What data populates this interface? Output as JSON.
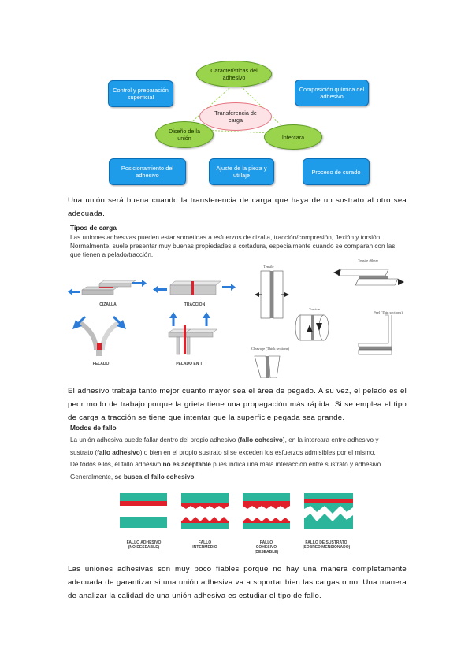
{
  "diagram": {
    "top_oval": "Características del adhesivo",
    "center_oval": "Transferencia de carga",
    "left_oval": "Diseño de la unión",
    "right_oval": "Intercara",
    "box_top_left": "Control y preparación superficial",
    "box_top_right": "Composición química del adhesivo",
    "box_bottom_left": "Posicionamiento del adhesivo",
    "box_bottom_middle": "Ajuste de la pieza y utillaje",
    "box_bottom_right": "Proceso de curado"
  },
  "paragraph_1": "Una unión será buena cuando la transferencia de carga que haya de un sustrato al otro sea adecuada.",
  "tipos": {
    "heading": "Tipos de carga",
    "text": "Las uniones adhesivas pueden estar sometidas a esfuerzos de cizalla, tracción/compresión, flexión y torsión. Normalmente, suele presentar muy buenas propiedades a cortadura, especialmente cuando se comparan con las que tienen a pelado/tracción.",
    "labels": {
      "cizalla": "CIZALLA",
      "traccion": "TRACCIÓN",
      "pelado": "PELADO",
      "pelado_t": "PELADO EN T",
      "tensile": "Tensile",
      "tensile_shear": "Tensile /Shear",
      "torsion": "Torsion",
      "peel": "Peel (Thin sections)",
      "cleavage": "Cleavage (Thick sections)"
    }
  },
  "paragraph_2": "El adhesivo trabaja tanto mejor cuanto mayor sea el área de pegado. A su vez, el pelado es el peor modo de trabajo porque la grieta tiene una propagación más rápida. Si se emplea el tipo de carga a tracción se tiene que intentar que la superficie pegada sea grande.",
  "modos": {
    "heading": "Modos de fallo",
    "line_1a": "La unión adhesiva puede fallar dentro del propio adhesivo (",
    "line_1b": "fallo cohesivo",
    "line_1c": "), en la intercara entre adhesivo y",
    "line_2a": "sustrato (",
    "line_2b": "fallo adhesivo",
    "line_2c": ") o bien en el propio sustrato si se exceden los esfuerzos admisibles por el mismo.",
    "line_3a": "De todos ellos, el fallo adhesivo ",
    "line_3b": "no es aceptable",
    "line_3c": " pues indica una mala interacción entre sustrato y adhesivo.",
    "line_4a": "Generalmente, ",
    "line_4b": "se busca el fallo cohesivo",
    "line_4c": ".",
    "fallo_1": "FALLO ADHESIVO (NO DESEABLE)",
    "fallo_2": "FALLO INTERMEDIO",
    "fallo_3": "FALLO COHESIVO (DESEABLE)",
    "fallo_4": "FALLO DE SUSTRATO (SOBREDIMENSIONADO)"
  },
  "paragraph_3": "Las uniones adhesivas son muy poco fiables porque no hay una manera completamente adecuada de garantizar si una unión adhesiva va a soportar bien las cargas o no. Una manera de analizar la calidad de una unión adhesiva es estudiar el tipo de fallo.",
  "colors": {
    "box_blue": "#1e9be9",
    "oval_green": "#9ad34c",
    "adhesive_red": "#e0202a",
    "substrate_teal": "#2bb59a"
  }
}
